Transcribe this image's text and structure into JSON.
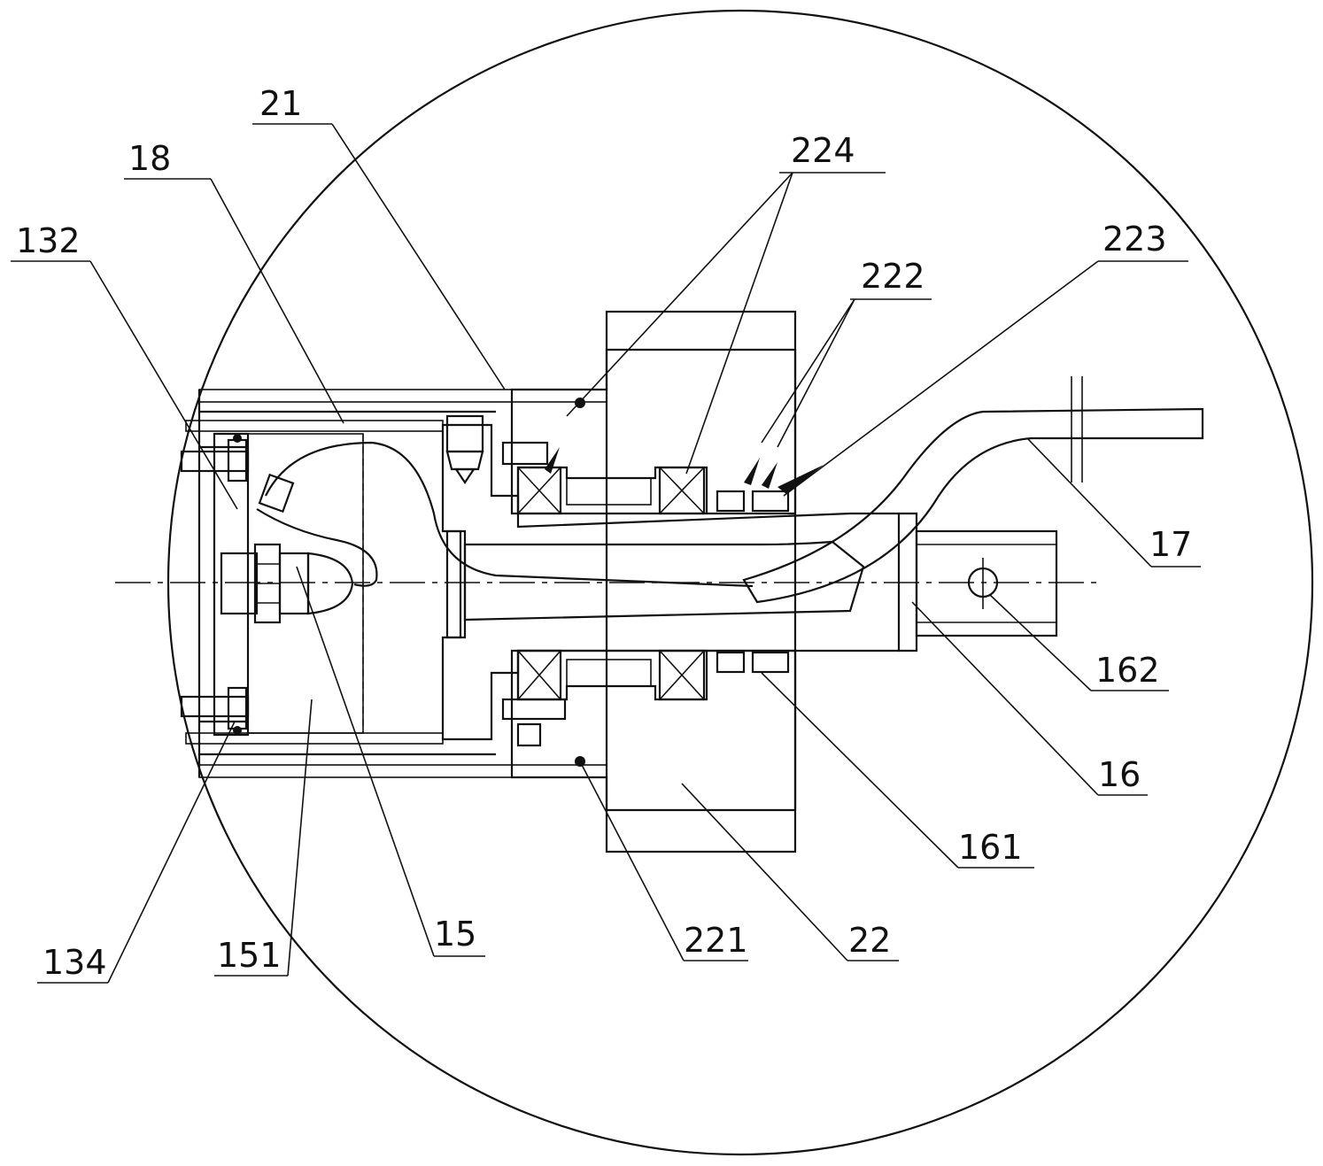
{
  "diagram": {
    "labels": {
      "l21": "21",
      "l18": "18",
      "l132": "132",
      "l224": "224",
      "l223": "223",
      "l222": "222",
      "l17": "17",
      "l162": "162",
      "l16": "16",
      "l161": "161",
      "l22": "22",
      "l221": "221",
      "l15": "15",
      "l151": "151",
      "l134": "134"
    },
    "colors": {
      "line": "#111111",
      "background": "#ffffff"
    }
  }
}
